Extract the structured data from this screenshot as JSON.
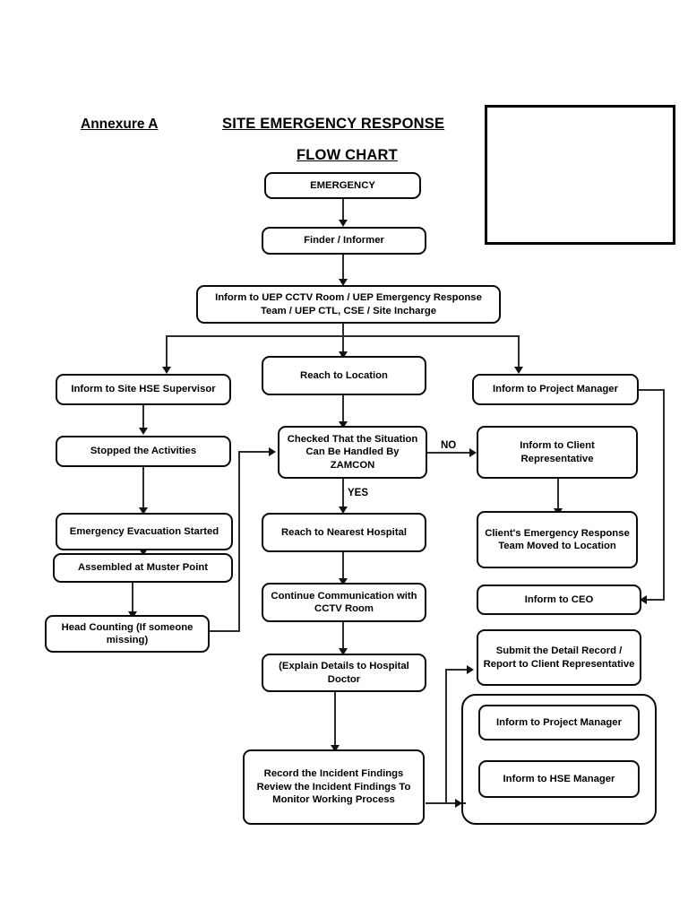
{
  "document": {
    "annexure_label": "Annexure A",
    "title_line1": "SITE EMERGENCY RESPONSE",
    "title_line2": "FLOW CHART"
  },
  "nodes": {
    "emergency": "EMERGENCY",
    "finder_informer": "Finder / Informer",
    "inform_uep": "Inform to UEP CCTV Room / UEP Emergency Response Team / UEP CTL, CSE / Site Incharge",
    "inform_site_hse_supervisor": "Inform to Site HSE Supervisor",
    "stopped_activities": "Stopped the Activities",
    "emergency_evacuation": "Emergency Evacuation Started",
    "assembled_muster_point": "Assembled at Muster Point",
    "head_counting": "Head Counting (If someone missing)",
    "reach_to_location": "Reach to Location",
    "checked_situation": "Checked That the Situation Can Be Handled By ZAMCON",
    "reach_nearest_hospital": "Reach to Nearest Hospital",
    "continue_communication": "Continue Communication with CCTV Room",
    "explain_details": "(Explain Details to Hospital Doctor",
    "record_findings": "Record the Incident Findings Review the Incident Findings To Monitor Working Process",
    "inform_project_manager_top": "Inform to Project Manager",
    "inform_client_rep": "Inform to Client Representative",
    "client_emergency_team": "Client's Emergency Response Team Moved to Location",
    "inform_ceo": "Inform to CEO",
    "submit_detail_record": "Submit the Detail Record / Report to Client Representative",
    "inform_project_manager_bottom": "Inform to Project Manager",
    "inform_hse_manager": "Inform to HSE Manager"
  },
  "edge_labels": {
    "no": "NO",
    "yes": "YES"
  },
  "colors": {
    "node_border": "#0a0a0a",
    "connector": "#2b2b2b",
    "text": "#000000",
    "background": "#ffffff"
  },
  "chart_data": {
    "type": "diagram",
    "title": "SITE EMERGENCY RESPONSE FLOW CHART",
    "flow": [
      {
        "from": "EMERGENCY",
        "to": "Finder / Informer"
      },
      {
        "from": "Finder / Informer",
        "to": "Inform to UEP CCTV Room / UEP Emergency Response Team / UEP CTL, CSE / Site Incharge"
      },
      {
        "from": "Inform to UEP CCTV Room / UEP Emergency Response Team / UEP CTL, CSE / Site Incharge",
        "to": "Inform to Site HSE Supervisor"
      },
      {
        "from": "Inform to UEP CCTV Room / UEP Emergency Response Team / UEP CTL, CSE / Site Incharge",
        "to": "Reach to Location"
      },
      {
        "from": "Inform to UEP CCTV Room / UEP Emergency Response Team / UEP CTL, CSE / Site Incharge",
        "to": "Inform to Project Manager"
      },
      {
        "from": "Inform to Site HSE Supervisor",
        "to": "Stopped the Activities"
      },
      {
        "from": "Stopped the Activities",
        "to": "Emergency Evacuation Started"
      },
      {
        "from": "Emergency Evacuation Started",
        "to": "Assembled at Muster Point"
      },
      {
        "from": "Assembled at Muster Point",
        "to": "Head Counting (If someone missing)"
      },
      {
        "from": "Head Counting (If someone missing)",
        "to": "Checked That the Situation Can Be Handled By ZAMCON"
      },
      {
        "from": "Reach to Location",
        "to": "Checked That the Situation Can Be Handled By ZAMCON"
      },
      {
        "from": "Checked That the Situation Can Be Handled By ZAMCON",
        "to": "Reach to Nearest Hospital",
        "label": "YES"
      },
      {
        "from": "Checked That the Situation Can Be Handled By ZAMCON",
        "to": "Inform to Client Representative",
        "label": "NO"
      },
      {
        "from": "Reach to Nearest Hospital",
        "to": "Continue Communication with CCTV Room"
      },
      {
        "from": "Continue Communication with CCTV Room",
        "to": "(Explain Details to Hospital Doctor"
      },
      {
        "from": "(Explain Details to Hospital Doctor",
        "to": "Record the Incident Findings Review the Incident Findings To Monitor Working Process"
      },
      {
        "from": "Record the Incident Findings Review the Incident Findings To Monitor Working Process",
        "to": "Submit the Detail Record / Report to Client Representative"
      },
      {
        "from": "Record the Incident Findings Review the Incident Findings To Monitor Working Process",
        "to": "Inform to Project Manager / Inform to HSE Manager"
      },
      {
        "from": "Inform to Client Representative",
        "to": "Client's Emergency Response Team Moved to Location"
      },
      {
        "from": "Inform to Project Manager",
        "to": "Inform to CEO"
      }
    ]
  }
}
